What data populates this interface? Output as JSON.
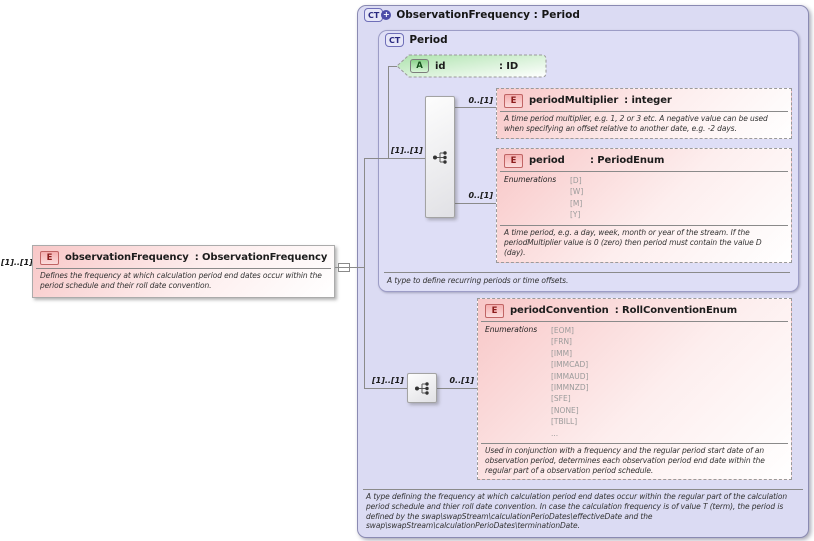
{
  "colors": {
    "outer_box_fill": "#dbdbf3",
    "inner_box_fill": "#dedef6",
    "element_pink": "#f8c7c7",
    "attribute_green": "#8ad38a",
    "group_gray": "#e1e1e5",
    "line_gray": "#8a8a8a",
    "icon_red": "#8b1d1d",
    "ct_blue": "#2a2a80"
  },
  "source": {
    "cardinality": "[1]..[1]",
    "icon_letter": "E",
    "name": "observationFrequency",
    "type": ": ObservationFrequency",
    "annotation": "Defines the frequency at which calculation period end dates occur within the period schedule and their roll date convention."
  },
  "outer": {
    "icon_letter": "CT",
    "icon_plus": "+",
    "title": "ObservationFrequency : Period",
    "footer": "A type defining the frequency at which calculation period end dates occur within the regular part of the calculation period schedule and thier roll date convention. In case the calculation frequency is of value T (term), the period is defined by the swap\\swapStream\\calculationPerioDates\\effectiveDate and the swap\\swapStream\\calculationPerioDates\\terminationDate."
  },
  "period": {
    "icon_letter": "CT",
    "title": "Period",
    "footer": "A type to define recurring periods or time offsets.",
    "id_attr": {
      "icon_letter": "A",
      "name": "id",
      "type": ": ID"
    },
    "period_multiplier": {
      "icon_letter": "E",
      "name": "periodMultiplier",
      "type": ": integer",
      "annotation": "A time period multiplier, e.g. 1, 2 or 3 etc. A negative value can be used when specifying an offset relative to another date, e.g. -2 days."
    },
    "period_elem": {
      "icon_letter": "E",
      "name": "period",
      "type": ": PeriodEnum",
      "enum_label": "Enumerations",
      "enums": [
        "[D]",
        "[W]",
        "[M]",
        "[Y]"
      ],
      "annotation": "A time period, e.g. a day, week, month or year of the stream. If the periodMultiplier value is 0 (zero) then period must contain the value D (day)."
    }
  },
  "extension": {
    "period_convention": {
      "icon_letter": "E",
      "name": "periodConvention",
      "type": ": RollConventionEnum",
      "enum_label": "Enumerations",
      "enums": [
        "[EOM]",
        "[FRN]",
        "[IMM]",
        "[IMMCAD]",
        "[IMMAUD]",
        "[IMMNZD]",
        "[SFE]",
        "[NONE]",
        "[TBILL]",
        "..."
      ],
      "annotation": "Used in conjunction with a frequency and the regular period start date of an observation period, determines each observation period end date within the regular part of a observation period schedule."
    }
  },
  "connectors": {
    "seq1_in": "[1]..[1]",
    "seq1_out_top": "0..[1]",
    "seq1_out_bottom": "0..[1]",
    "seq2_in": "[1]..[1]",
    "seq2_out": "0..[1]"
  }
}
